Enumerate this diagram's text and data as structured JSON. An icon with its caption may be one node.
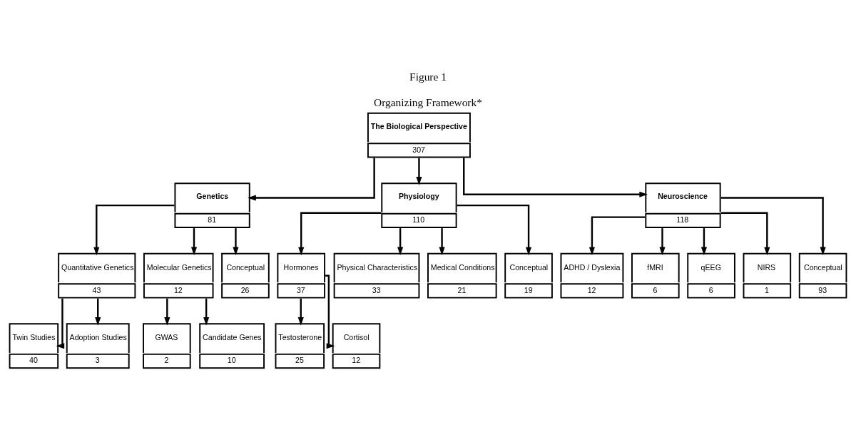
{
  "diagram": {
    "title": "Figure 1",
    "caption": "Organizing Framework*",
    "nodes": [
      {
        "text": [
          "The Biological Perspective",
          "307"
        ]
      },
      {
        "text": [
          "Genetics",
          "81"
        ]
      },
      {
        "text": [
          "Physiology",
          "110"
        ]
      },
      {
        "text": [
          "Neuroscience",
          "118"
        ]
      },
      {
        "text": [
          "Quantitative Genetics",
          "43"
        ]
      },
      {
        "text": [
          "Molecular Genetics",
          "12"
        ]
      },
      {
        "text": [
          "Conceptual",
          "26"
        ]
      },
      {
        "text": [
          "Hormones",
          "37"
        ]
      },
      {
        "text": [
          "Physical Characteristics",
          "33"
        ]
      },
      {
        "text": [
          "Medical Conditions",
          "21"
        ]
      },
      {
        "text": [
          "Conceptual",
          "19"
        ]
      },
      {
        "text": [
          "ADHD / Dyslexia",
          "12"
        ]
      },
      {
        "text": [
          "fMRI",
          "6"
        ]
      },
      {
        "text": [
          "qEEG",
          "6"
        ]
      },
      {
        "text": [
          "NIRS",
          "1"
        ]
      },
      {
        "text": [
          "Conceptual",
          "93"
        ]
      },
      {
        "text": [
          "Twin Studies",
          "40"
        ]
      },
      {
        "text": [
          "Adoption Studies",
          "3"
        ]
      },
      {
        "text": [
          "GWAS",
          "2"
        ]
      },
      {
        "text": [
          "Candidate Genes",
          "10"
        ]
      },
      {
        "text": [
          "Testosterone",
          "25"
        ]
      },
      {
        "text": [
          "Cortisol",
          "12"
        ]
      }
    ],
    "edges": [
      {
        "from": 0,
        "to": 1,
        "arrow": "to"
      },
      {
        "from": 0,
        "to": 2,
        "arrow": "to"
      },
      {
        "from": 0,
        "to": 3,
        "arrow": "to"
      },
      {
        "from": 1,
        "to": 4,
        "arrow": "to"
      },
      {
        "from": 1,
        "to": 5,
        "arrow": "to"
      },
      {
        "from": 1,
        "to": 6,
        "arrow": "to"
      },
      {
        "from": 2,
        "to": 7,
        "arrow": "to"
      },
      {
        "from": 2,
        "to": 8,
        "arrow": "to"
      },
      {
        "from": 2,
        "to": 9,
        "arrow": "to"
      },
      {
        "from": 2,
        "to": 10,
        "arrow": "to"
      },
      {
        "from": 3,
        "to": 11,
        "arrow": "to"
      },
      {
        "from": 3,
        "to": 12,
        "arrow": "to"
      },
      {
        "from": 3,
        "to": 13,
        "arrow": "to"
      },
      {
        "from": 3,
        "to": 14,
        "arrow": "to"
      },
      {
        "from": 3,
        "to": 15,
        "arrow": "to"
      },
      {
        "from": 4,
        "to": 16,
        "arrow": "to"
      },
      {
        "from": 4,
        "to": 17,
        "arrow": "to"
      },
      {
        "from": 5,
        "to": 18,
        "arrow": "to"
      },
      {
        "from": 5,
        "to": 19,
        "arrow": "to"
      },
      {
        "from": 7,
        "to": 20,
        "arrow": "to"
      },
      {
        "from": 7,
        "to": 21,
        "arrow": "to"
      }
    ]
  }
}
